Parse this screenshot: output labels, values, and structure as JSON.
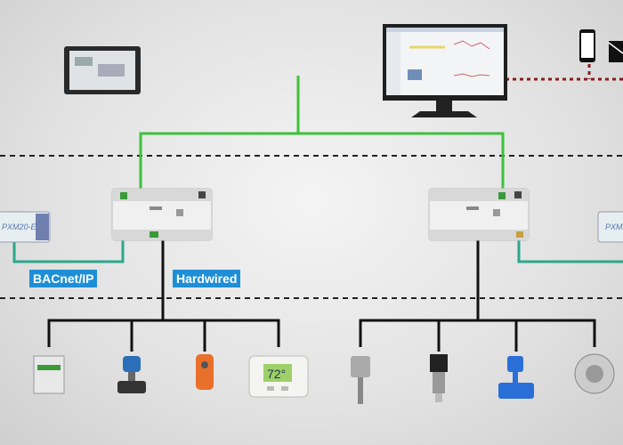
{
  "labels": {
    "bacnet": "BACnet/IP",
    "hardwired": "Hardwired"
  },
  "devices": {
    "io_module_left": "PXM20-E",
    "io_module_right": "PXM"
  },
  "colors": {
    "ethernet": "#3cc23c",
    "bacnet": "#2aa88a",
    "hardwired": "#111111",
    "remote": "#8b1a1a",
    "label_bg": "#1e8fd6"
  },
  "icons": [
    "touch-panel-icon",
    "workstation-monitor-icon",
    "smartphone-icon",
    "email-icon",
    "controller-icon",
    "io-module-icon",
    "din-module-icon",
    "valve-actuator-icon",
    "damper-actuator-icon",
    "thermostat-icon",
    "duct-sensor-icon",
    "pressure-transmitter-icon",
    "flow-meter-icon",
    "pressure-switch-icon"
  ]
}
